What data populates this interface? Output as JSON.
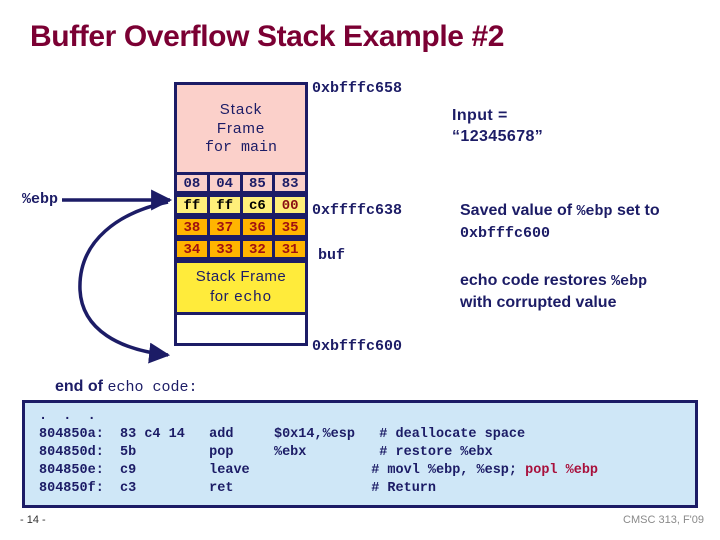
{
  "slide": {
    "title": "Buffer Overflow Stack Example #2",
    "page_number": "- 14 -",
    "course": "CMSC 313, F'09"
  },
  "diagram": {
    "frame_main": {
      "line1": "Stack",
      "line2": "Frame",
      "line3": "for main"
    },
    "byte_rows": [
      {
        "style": "pink",
        "cells": [
          "08",
          "04",
          "85",
          "83"
        ]
      },
      {
        "style": "yellow",
        "cells": [
          "ff",
          "ff",
          "c6",
          "00"
        ]
      },
      {
        "style": "orange",
        "cells": [
          "38",
          "37",
          "36",
          "35"
        ]
      },
      {
        "style": "orange",
        "cells": [
          "34",
          "33",
          "32",
          "31"
        ]
      }
    ],
    "frame_echo": {
      "line1": "Stack Frame",
      "line2": "for echo"
    },
    "addresses": {
      "top": "0xbfffc658",
      "middle": "0xffffc638",
      "bottom": "0xbfffc600"
    },
    "labels": {
      "buf": "buf",
      "ebp": "%ebp"
    }
  },
  "notes": {
    "input": {
      "line1": "Input =",
      "line2": "“12345678”"
    },
    "saved": {
      "part1": "Saved value of ",
      "reg": "%ebp",
      "part2": " set to ",
      "value": "0xbfffc600"
    },
    "echo": {
      "part1": "echo code restores ",
      "reg": "%ebp",
      "part2": "with corrupted value"
    }
  },
  "code": {
    "heading_bold": "end of ",
    "heading_mono": "echo code:",
    "ellipsis": ".  .  .",
    "lines": [
      {
        "addr": "804850a:",
        "bytes": "83 c4 14",
        "mnemonic": "add",
        "operands": "$0x14,%esp",
        "comment": "# deallocate space"
      },
      {
        "addr": "804850d:",
        "bytes": "5b",
        "mnemonic": "pop",
        "operands": "%ebx",
        "comment": "# restore %ebx"
      },
      {
        "addr": "804850e:",
        "bytes": "c9",
        "mnemonic": "leave",
        "operands": "",
        "comment": "# movl %ebp, %esp; ",
        "comment_hl": "popl %ebp"
      },
      {
        "addr": "804850f:",
        "bytes": "c3",
        "mnemonic": "ret",
        "operands": "",
        "comment": "# Return"
      }
    ]
  },
  "colors": {
    "title": "#7b0033",
    "ink": "#1c1c66",
    "pink": "#fbd0ca",
    "yellow": "#ffeb3b",
    "orange": "#ffb400",
    "code_bg": "#cfe7f7",
    "highlight": "#a8103c"
  }
}
